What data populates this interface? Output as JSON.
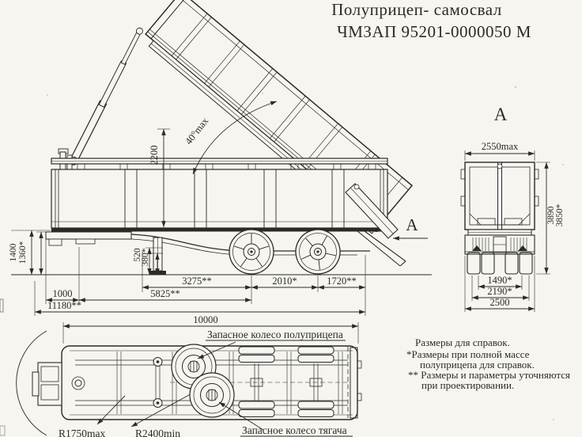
{
  "colors": {
    "ink": "#2b2a27",
    "paper": "#f6f5f0"
  },
  "title": {
    "line1": "Полуприцеп- самосвал",
    "line2": "ЧМЗАП 95201-0000050 М"
  },
  "side_view": {
    "dim_2200": "2200",
    "dim_angle": "40°max",
    "dim_1400": "1400",
    "dim_1360": "1360*",
    "dim_520": "520",
    "dim_380": "380*",
    "dim_1000": "1000",
    "dim_3275": "3275**",
    "dim_5825": "5825**",
    "dim_2010": "2010*",
    "dim_1720": "1720**",
    "dim_11180": "11180**",
    "view_arrow_label": "А"
  },
  "rear_view": {
    "view_label": "А",
    "dim_2550": "2550max",
    "dim_3890": "3890",
    "dim_3850": "3850*",
    "dim_1490": "1490*",
    "dim_2190": "2190*",
    "dim_2500": "2500"
  },
  "plan_view": {
    "dim_10000": "10000",
    "label_spare_semitrailer": "Запасное колесо полуприцепа",
    "label_spare_tractor": "Запасное колесо тягача",
    "dim_r1750": "R1750max",
    "dim_r2400": "R2400min"
  },
  "notes": {
    "line1": "Размеры для справок.",
    "line2": "*Размеры при полной массе",
    "line3": "полуприцепа для справок.",
    "line4": "** Размеры и параметры уточняются",
    "line5": "при проектировании."
  }
}
